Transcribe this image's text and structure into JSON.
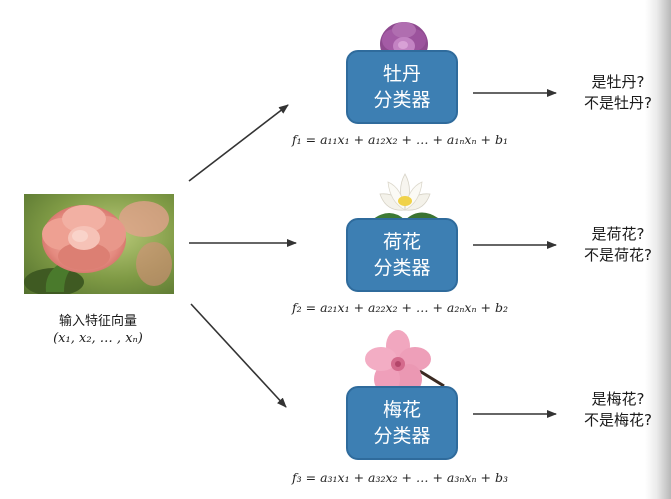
{
  "input": {
    "label": "输入特征向量",
    "vector": "(x₁, x₂, … , xₙ)"
  },
  "classifiers": [
    {
      "line1": "牡丹",
      "line2": "分类器",
      "formula": "f₁ = a₁₁x₁ + a₁₂x₂ + … + a₁ₙxₙ + b₁",
      "out_yes": "是牡丹?",
      "out_no": "不是牡丹?",
      "flower_icon": "peony-icon"
    },
    {
      "line1": "荷花",
      "line2": "分类器",
      "formula": "f₂ = a₂₁x₁ + a₂₂x₂ + … + a₂ₙxₙ + b₂",
      "out_yes": "是荷花?",
      "out_no": "不是荷花?",
      "flower_icon": "lotus-icon"
    },
    {
      "line1": "梅花",
      "line2": "分类器",
      "formula": "f₃ = a₃₁x₁ + a₃₂x₂ + … + a₃ₙxₙ + b₃",
      "out_yes": "是梅花?",
      "out_no": "不是梅花?",
      "flower_icon": "plum-blossom-icon"
    }
  ],
  "colors": {
    "classifier_fill": "#3d7fb3",
    "arrow": "#333333"
  }
}
